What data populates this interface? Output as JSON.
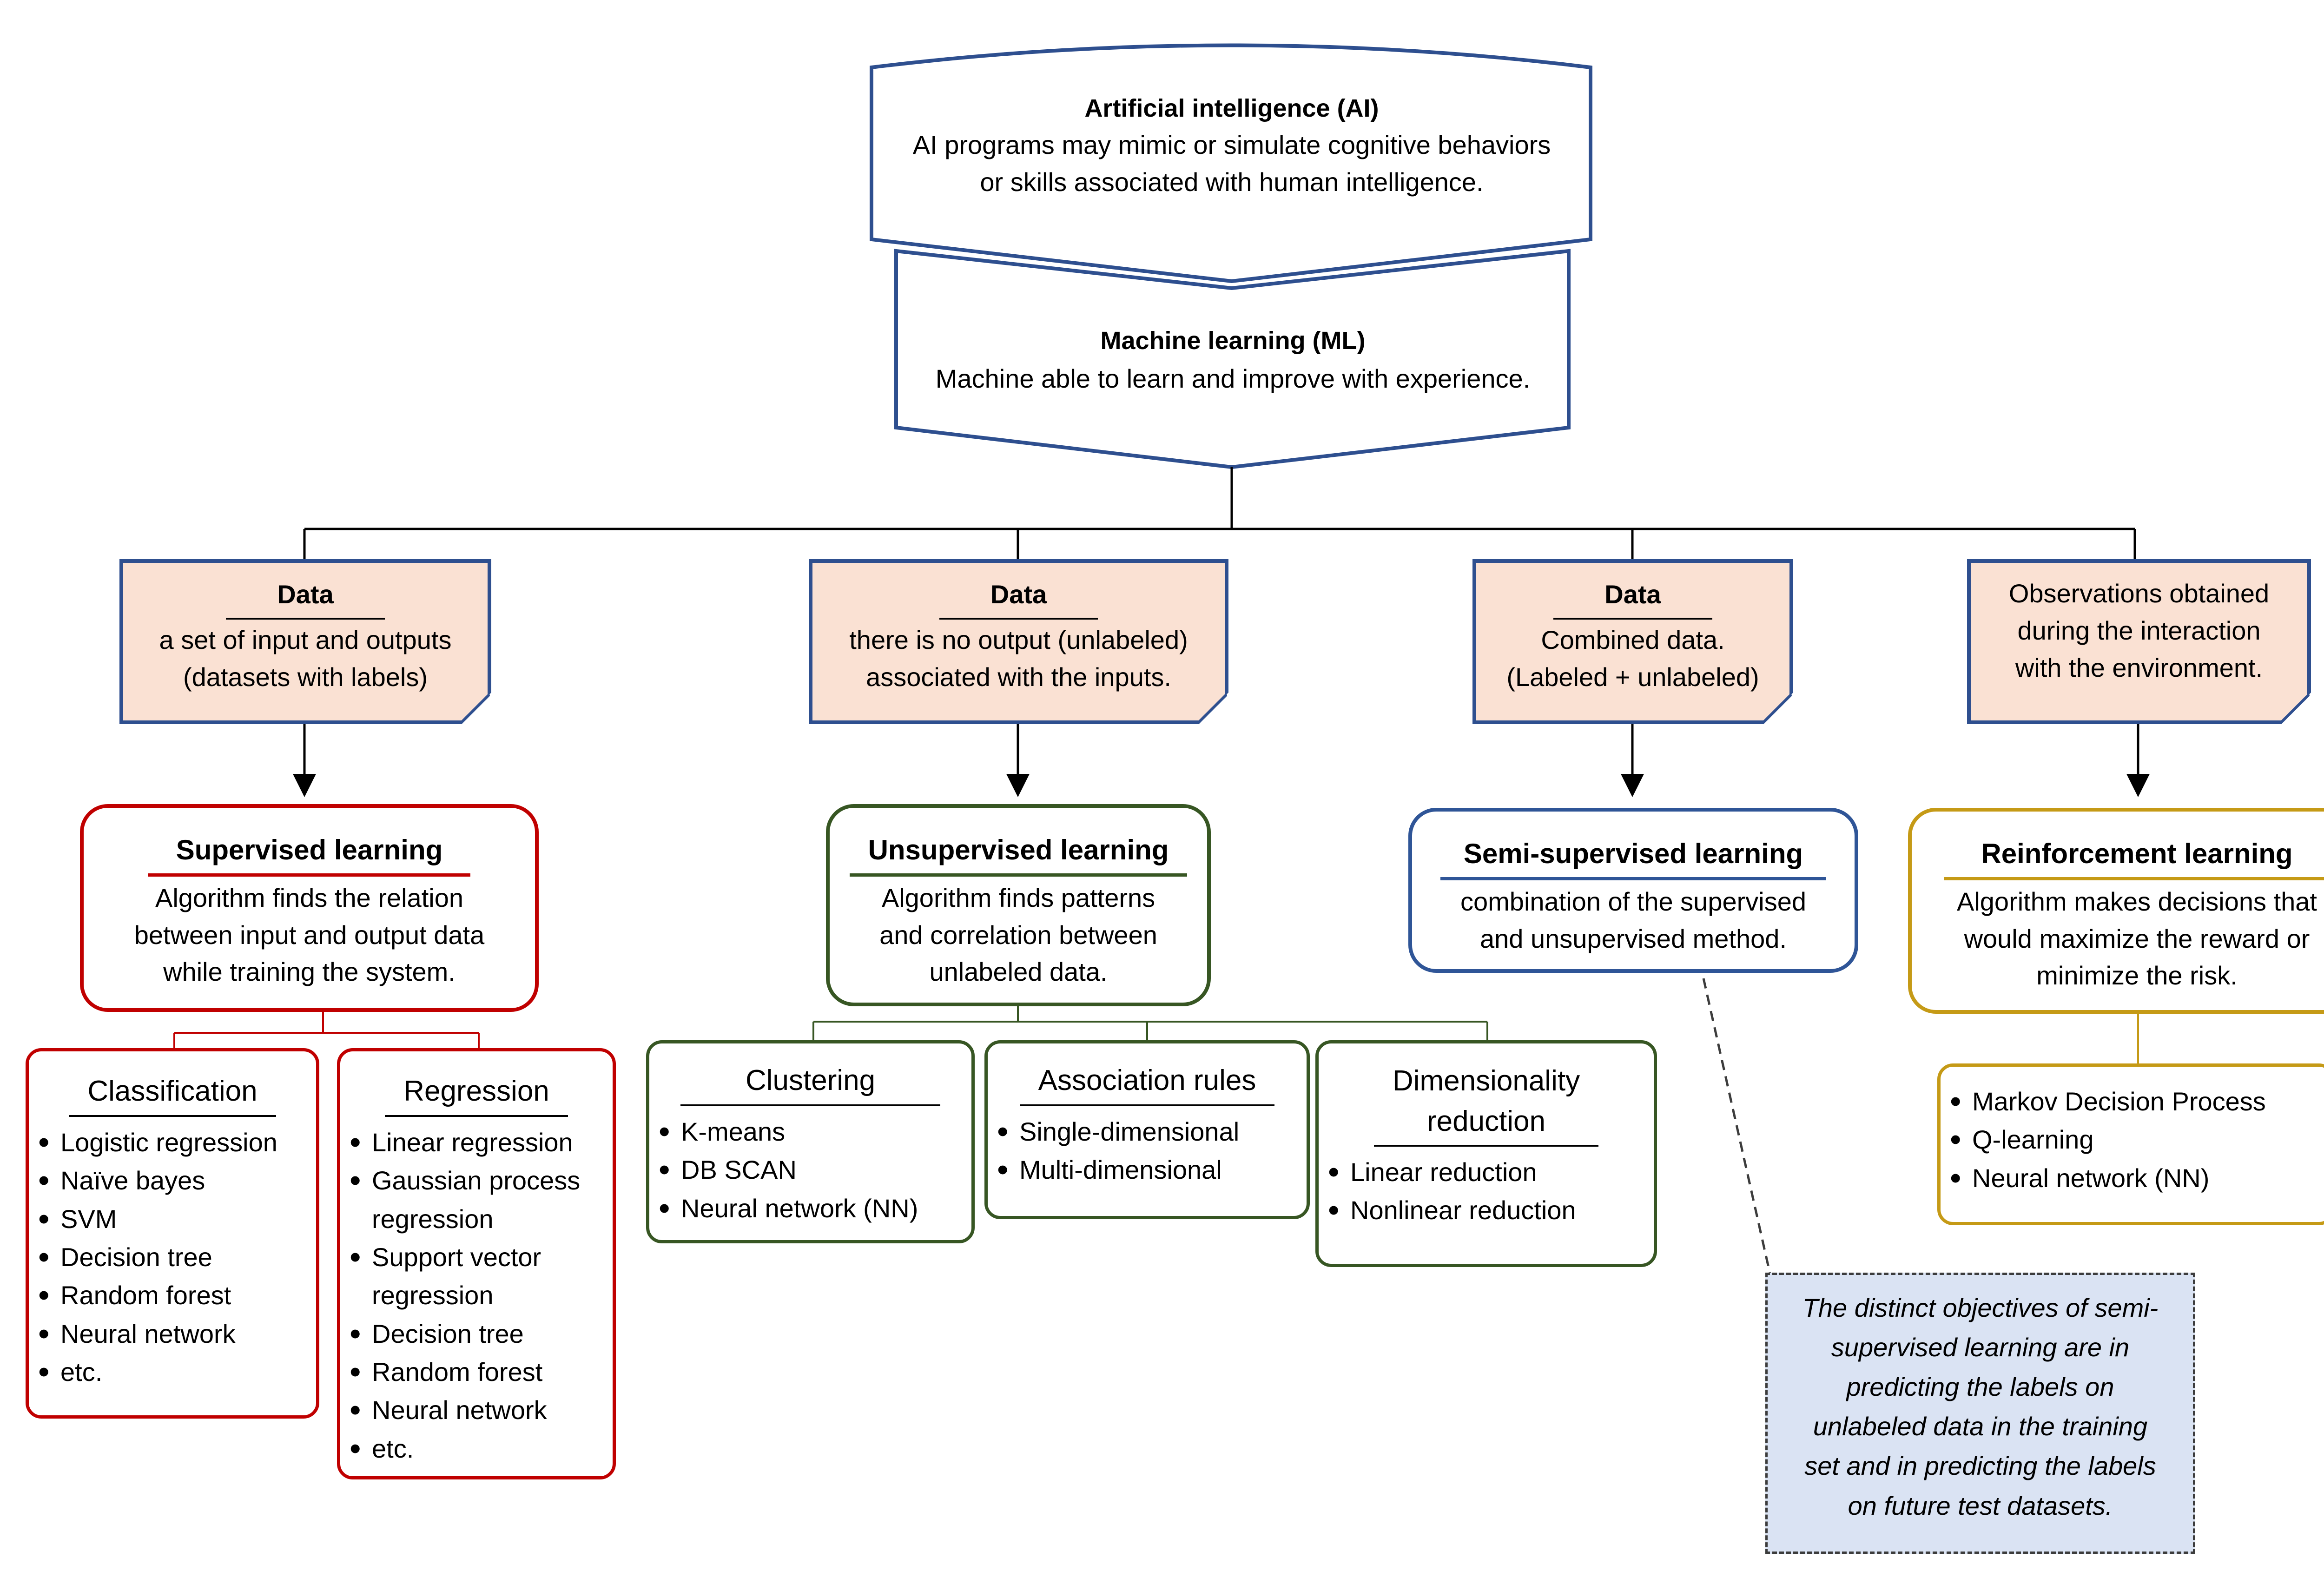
{
  "ai": {
    "title": "Artificial  intelligence (AI)",
    "desc_lines": [
      "AI programs may mimic or simulate cognitive behaviors",
      "or skills associated  with human intelligence."
    ]
  },
  "ml": {
    "title": "Machine  learning (ML)",
    "desc": "Machine able to learn and improve with experience."
  },
  "data_boxes": [
    {
      "title": "Data",
      "lines": [
        "a set of input and outputs",
        "(datasets with labels)"
      ]
    },
    {
      "title": "Data",
      "lines": [
        "there is no output (unlabeled)",
        "associated with the inputs."
      ]
    },
    {
      "title": "Data",
      "lines": [
        "Combined data.",
        "(Labeled + unlabeled)"
      ]
    },
    {
      "title": "",
      "lines": [
        "Observations obtained",
        "during the interaction",
        "with the environment."
      ]
    }
  ],
  "learning": [
    {
      "title": "Supervised learning",
      "lines": [
        "Algorithm finds the relation",
        "between input and output data",
        "while training the system."
      ]
    },
    {
      "title": "Unsupervised learning",
      "lines": [
        "Algorithm finds patterns",
        "and correlation between",
        "unlabeled data."
      ]
    },
    {
      "title": "Semi-supervised learning",
      "lines": [
        "combination of the supervised",
        "and unsupervised method."
      ]
    },
    {
      "title": "Reinforcement learning",
      "lines": [
        "Algorithm makes decisions that",
        "would maximize the reward or",
        "minimize the risk."
      ]
    }
  ],
  "lists": {
    "classification": {
      "title": "Classification",
      "items": [
        "Logistic regression",
        "Naïve bayes",
        "SVM",
        "Decision tree",
        "Random forest",
        "Neural network",
        "etc."
      ]
    },
    "regression": {
      "title": "Regression",
      "items": [
        "Linear regression",
        "Gaussian process regression",
        "Support vector regression",
        "Decision tree",
        "Random forest",
        "Neural network",
        "etc."
      ]
    },
    "clustering": {
      "title": "Clustering",
      "items": [
        "K-means",
        "DB SCAN",
        "Neural network (NN)"
      ]
    },
    "association": {
      "title": "Association rules",
      "items": [
        "Single-dimensional",
        "Multi-dimensional"
      ]
    },
    "dimensionality": {
      "title_lines": [
        "Dimensionality",
        "reduction"
      ],
      "items": [
        "Linear reduction",
        "Nonlinear reduction"
      ]
    },
    "reinforcement": {
      "title": "",
      "items": [
        "Markov Decision Process",
        "Q-learning",
        "Neural network (NN)"
      ]
    }
  },
  "note": {
    "lines": [
      "The distinct objectives of semi-",
      "supervised learning are in",
      "predicting the labels on",
      "unlabeled data in the training",
      "set and in predicting the labels",
      "on future test datasets."
    ]
  },
  "colors": {
    "navy": "#2e4f8f",
    "supervised": "#c00000",
    "unsupervised": "#375623",
    "semi": "#2f5597",
    "reinforcement": "#c59a16",
    "data_fill": "#fae1d3",
    "note_fill": "#dae3f3"
  }
}
